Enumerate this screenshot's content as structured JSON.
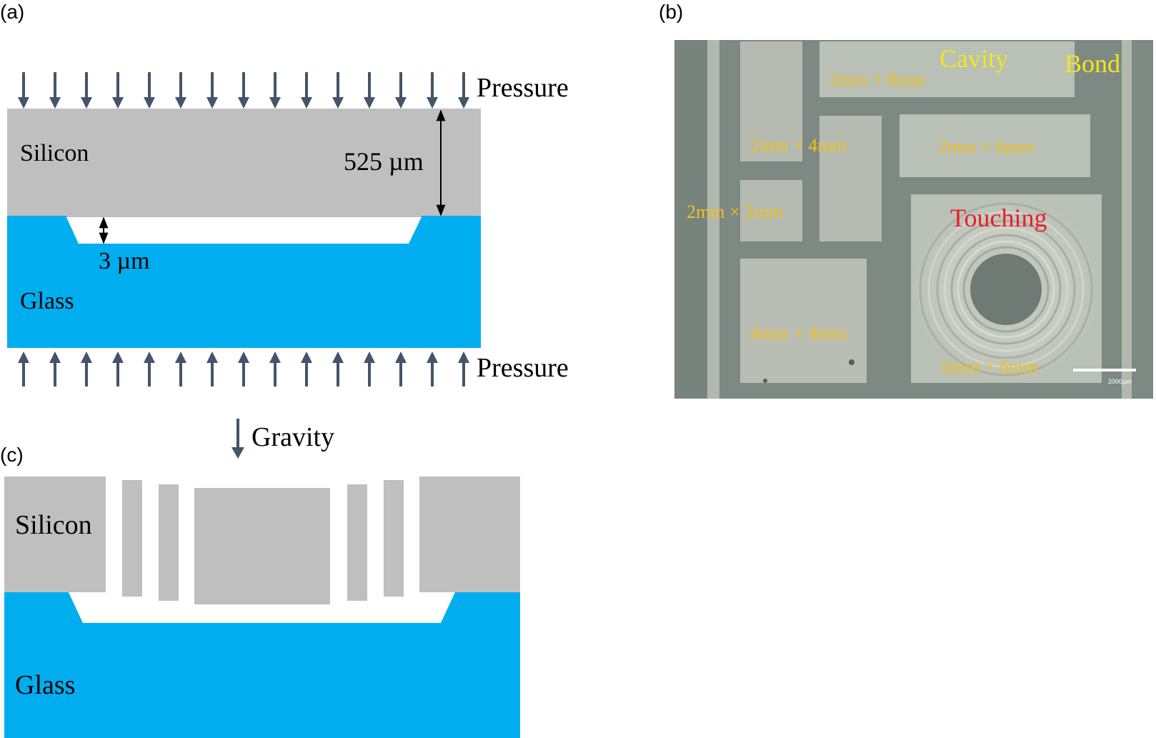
{
  "panel_a": {
    "label": "(a)",
    "pressure_top": "Pressure",
    "pressure_bottom": "Pressure",
    "silicon": "Silicon",
    "glass": "Glass",
    "thickness": "525 µm",
    "gap": "3 µm",
    "arrow_count": 15
  },
  "panel_b": {
    "label": "(b)",
    "cavity": "Cavity",
    "bond": "Bond",
    "touching": "Touching",
    "scale_bar": "2000µm",
    "cavities": [
      {
        "name": "2x8",
        "label": "2mm × 8mm"
      },
      {
        "name": "2x4",
        "label": "2mm × 4mm"
      },
      {
        "name": "2x6",
        "label": "2mm × 6mm"
      },
      {
        "name": "2x2",
        "label": "2mm × 2mm"
      },
      {
        "name": "4x4",
        "label": "4mm × 4mm"
      },
      {
        "name": "6x6",
        "label": "6mm × 6mm"
      }
    ],
    "colors": {
      "bond": "#7d8983",
      "cavity": "#b9c0b5",
      "title": "#f5e61e",
      "size_label": "#f0c020",
      "touching": "#e8202a"
    }
  },
  "panel_c": {
    "label": "(c)",
    "gravity": "Gravity",
    "silicon": "Silicon",
    "glass": "Glass"
  },
  "colors": {
    "silicon": "#bfbfbf",
    "glass": "#00aeef",
    "arrow": "#44546a"
  }
}
